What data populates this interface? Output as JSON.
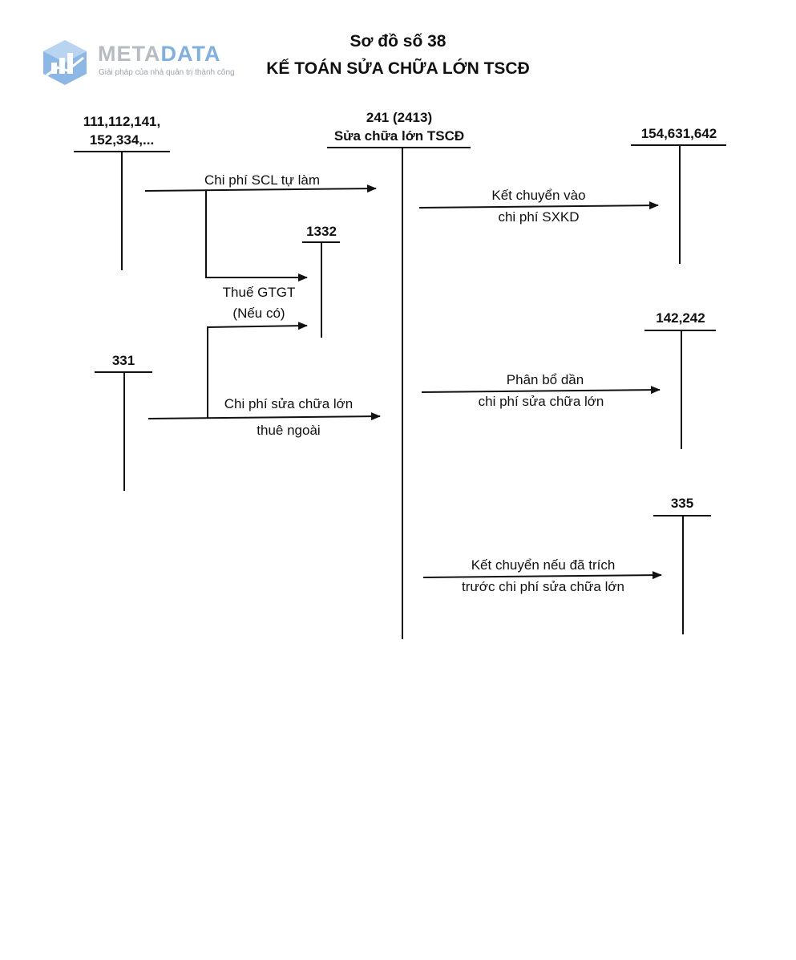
{
  "logo": {
    "word_left": "META",
    "word_right": "DATA",
    "tagline": "Giải pháp của nhà quản trị thành công",
    "colors": {
      "primary": "#7fb0e0",
      "secondary": "#b7bcc2"
    }
  },
  "header": {
    "title_line1": "Sơ đồ số 38",
    "title_line2": "KẾ TOÁN SỬA CHỮA LỚN TSCĐ"
  },
  "accounts": {
    "a111": "111,112,141,\n152,334,...",
    "a241_code": "241 (2413)",
    "a241_name": "Sửa chữa lớn TSCĐ",
    "a154": "154,631,642",
    "a1332": "1332",
    "a142": "142,242",
    "a331": "331",
    "a335": "335"
  },
  "flows": {
    "self_made": "Chi phí SCL tự làm",
    "vat_line1": "Thuế GTGT",
    "vat_line2": "(Nếu có)",
    "outsourced_line1": "Chi phí sửa chữa lớn",
    "outsourced_line2": "thuê ngoài",
    "to_prod_line1": "Kết chuyển vào",
    "to_prod_line2": "chi phí SXKD",
    "allocate_line1": "Phân bổ dần",
    "allocate_line2": "chi phí sửa chữa lớn",
    "accrued_line1": "Kết chuyển nếu đã trích",
    "accrued_line2": "trước chi phí sửa chữa lớn"
  }
}
